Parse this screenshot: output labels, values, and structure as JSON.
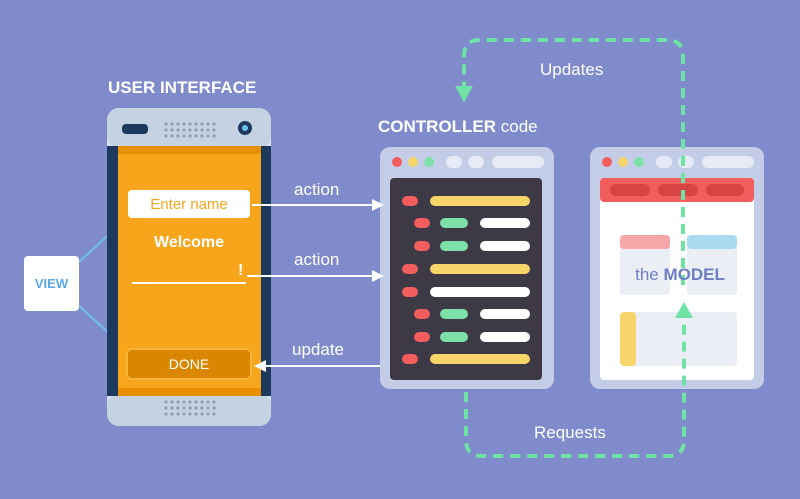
{
  "phone": {
    "title": "USER INTERFACE",
    "input_placeholder": "Enter name",
    "welcome_text": "Welcome",
    "exclamation": "!",
    "done_label": "DONE"
  },
  "view_label": "VIEW",
  "controller": {
    "title_bold": "CONTROLLER",
    "title_rest": " code"
  },
  "model": {
    "prefix": "the ",
    "title_bold": "MODEL"
  },
  "arrows": {
    "action_1": "action",
    "action_2": "action",
    "update": "update",
    "updates": "Updates",
    "requests": "Requests"
  },
  "colors": {
    "background": "#7f8bcb",
    "phone_orange": "#f7a61c",
    "phone_shell": "#c9d6e6",
    "panel_dark": "#3d3a45",
    "dashed_green": "#6fe3a6",
    "model_header_red": "#f25d5d",
    "code_yellow": "#f7d56a",
    "code_red": "#f25d5d",
    "code_green": "#7ce0a8",
    "code_white": "#ffffff"
  }
}
